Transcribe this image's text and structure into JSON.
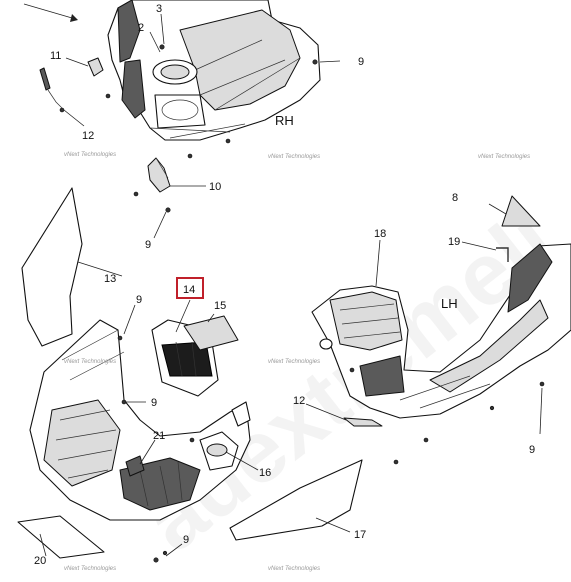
{
  "side_labels": {
    "right": "RH",
    "left": "LH"
  },
  "callouts": {
    "c2": "2",
    "c3": "3",
    "c9a": "9",
    "c11": "11",
    "c12a": "12",
    "c10": "10",
    "c9b": "9",
    "c8": "8",
    "c19": "19",
    "c13": "13",
    "c18": "18",
    "c9c": "9",
    "c14": "14",
    "c15": "15",
    "c9d": "9",
    "c21": "21",
    "c16": "16",
    "c12b": "12",
    "c9e": "9",
    "c17": "17",
    "c20": "20",
    "c9f": "9"
  },
  "watermarks": {
    "w1": "vNext Technologies",
    "w2": "vNext Technologies",
    "w3": "vNext Technologies",
    "w4": "vNext Technologies",
    "w5": "vNext Technologies",
    "w6": "vNext Technologies",
    "w7": "vNext Technologies"
  },
  "highlight_color": "#c0202a",
  "watermark_url_color": "#e6e6e6"
}
